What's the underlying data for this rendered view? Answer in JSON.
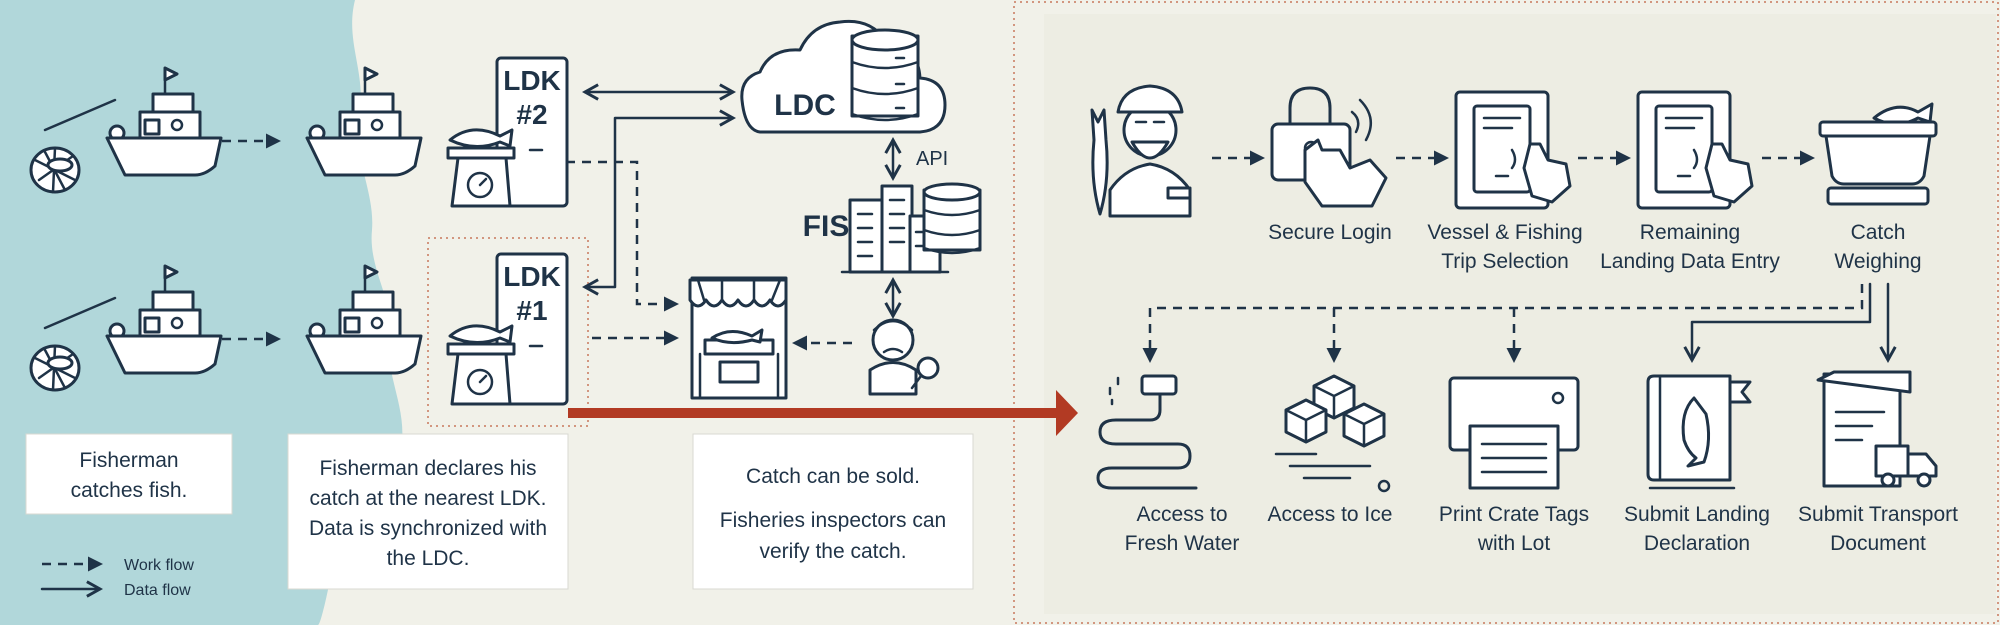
{
  "left": {
    "caption_fisherman": [
      "Fisherman",
      "catches fish."
    ],
    "caption_declare": [
      "Fisherman declares his",
      "catch at the nearest LDK.",
      "Data is synchronized with",
      "the LDC."
    ],
    "caption_sold": [
      "Catch can be sold.",
      "",
      "Fisheries inspectors can",
      "verify the catch."
    ],
    "ldk2_label": [
      "LDK",
      "#2"
    ],
    "ldk1_label": [
      "LDK",
      "#1"
    ],
    "ldc_label": "LDC",
    "fis_label": "FIS",
    "api_label": "API",
    "legend": {
      "work_flow": "Work flow",
      "data_flow": "Data flow"
    }
  },
  "right": {
    "steps_top": [
      {
        "label": [
          "Secure Login"
        ],
        "icon": "lock-touch-icon"
      },
      {
        "label": [
          "Vessel & Fishing",
          "Trip Selection"
        ],
        "icon": "tablet-touch-icon"
      },
      {
        "label": [
          "Remaining",
          "Landing Data Entry"
        ],
        "icon": "tablet-touch-icon"
      },
      {
        "label": [
          "Catch",
          "Weighing"
        ],
        "icon": "scale-fish-icon"
      }
    ],
    "steps_bottom": [
      {
        "label": [
          "Access to",
          "Fresh Water"
        ],
        "icon": "hose-icon"
      },
      {
        "label": [
          "Access to Ice"
        ],
        "icon": "ice-cubes-icon"
      },
      {
        "label": [
          "Print Crate Tags",
          "with Lot"
        ],
        "icon": "printer-icon"
      },
      {
        "label": [
          "Submit Landing",
          "Declaration"
        ],
        "icon": "book-fish-icon"
      },
      {
        "label": [
          "Submit Transport",
          "Document"
        ],
        "icon": "document-truck-icon"
      }
    ]
  },
  "colors": {
    "sea": "#b1d7da",
    "bg": "#f1f1e9",
    "ink": "#1f3347",
    "accent_arrow": "#b23a23",
    "border_dotted": "#c7785c"
  }
}
